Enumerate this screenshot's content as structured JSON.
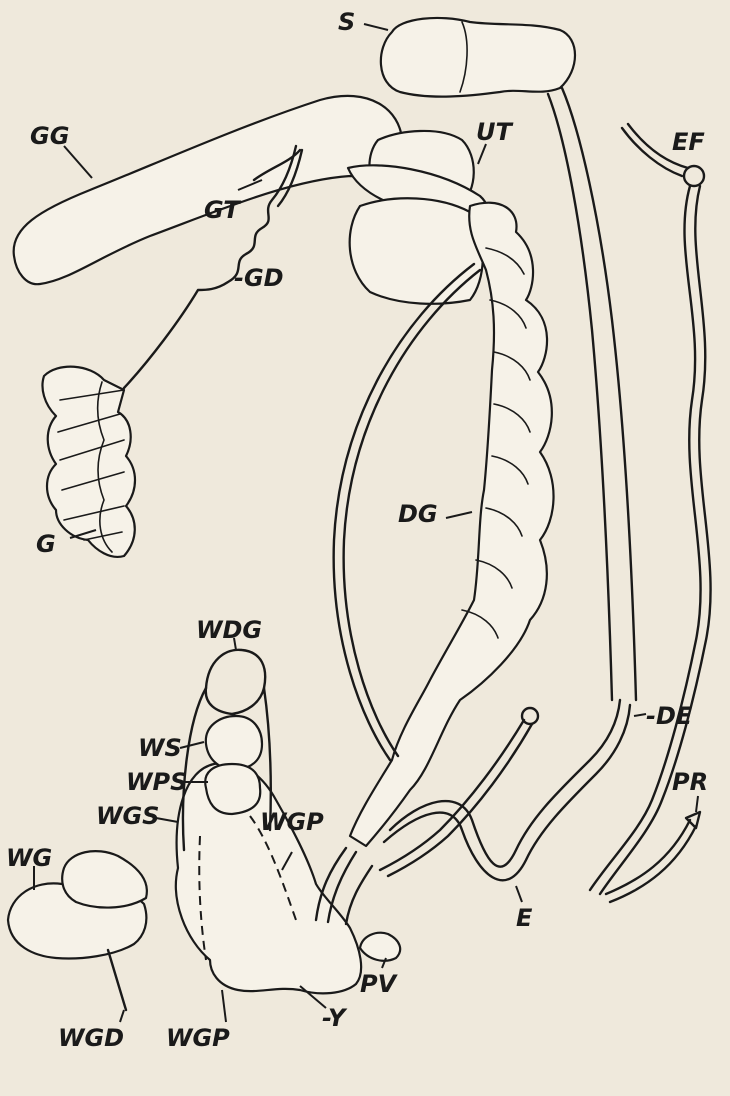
{
  "labels": {
    "S": "S",
    "GG": "GG",
    "EF": "EF",
    "UT": "UT",
    "GT": "GT",
    "GD": "-GD",
    "G": "G",
    "DG": "DG",
    "WDG": "WDG",
    "WS": "WS",
    "WPS": "WPS",
    "WGS": "WGS",
    "WGP_upper": "WGP",
    "DE": "-DE",
    "PR": "PR",
    "WG": "WG",
    "E": "E",
    "PV": "PV",
    "WGD": "WGD",
    "WGP_lower": "WGP",
    "Y": "-Y"
  },
  "colors": {
    "background": "#efe9dc",
    "ink": "#1a1a1a",
    "organ_fill": "#f6f2e8"
  }
}
